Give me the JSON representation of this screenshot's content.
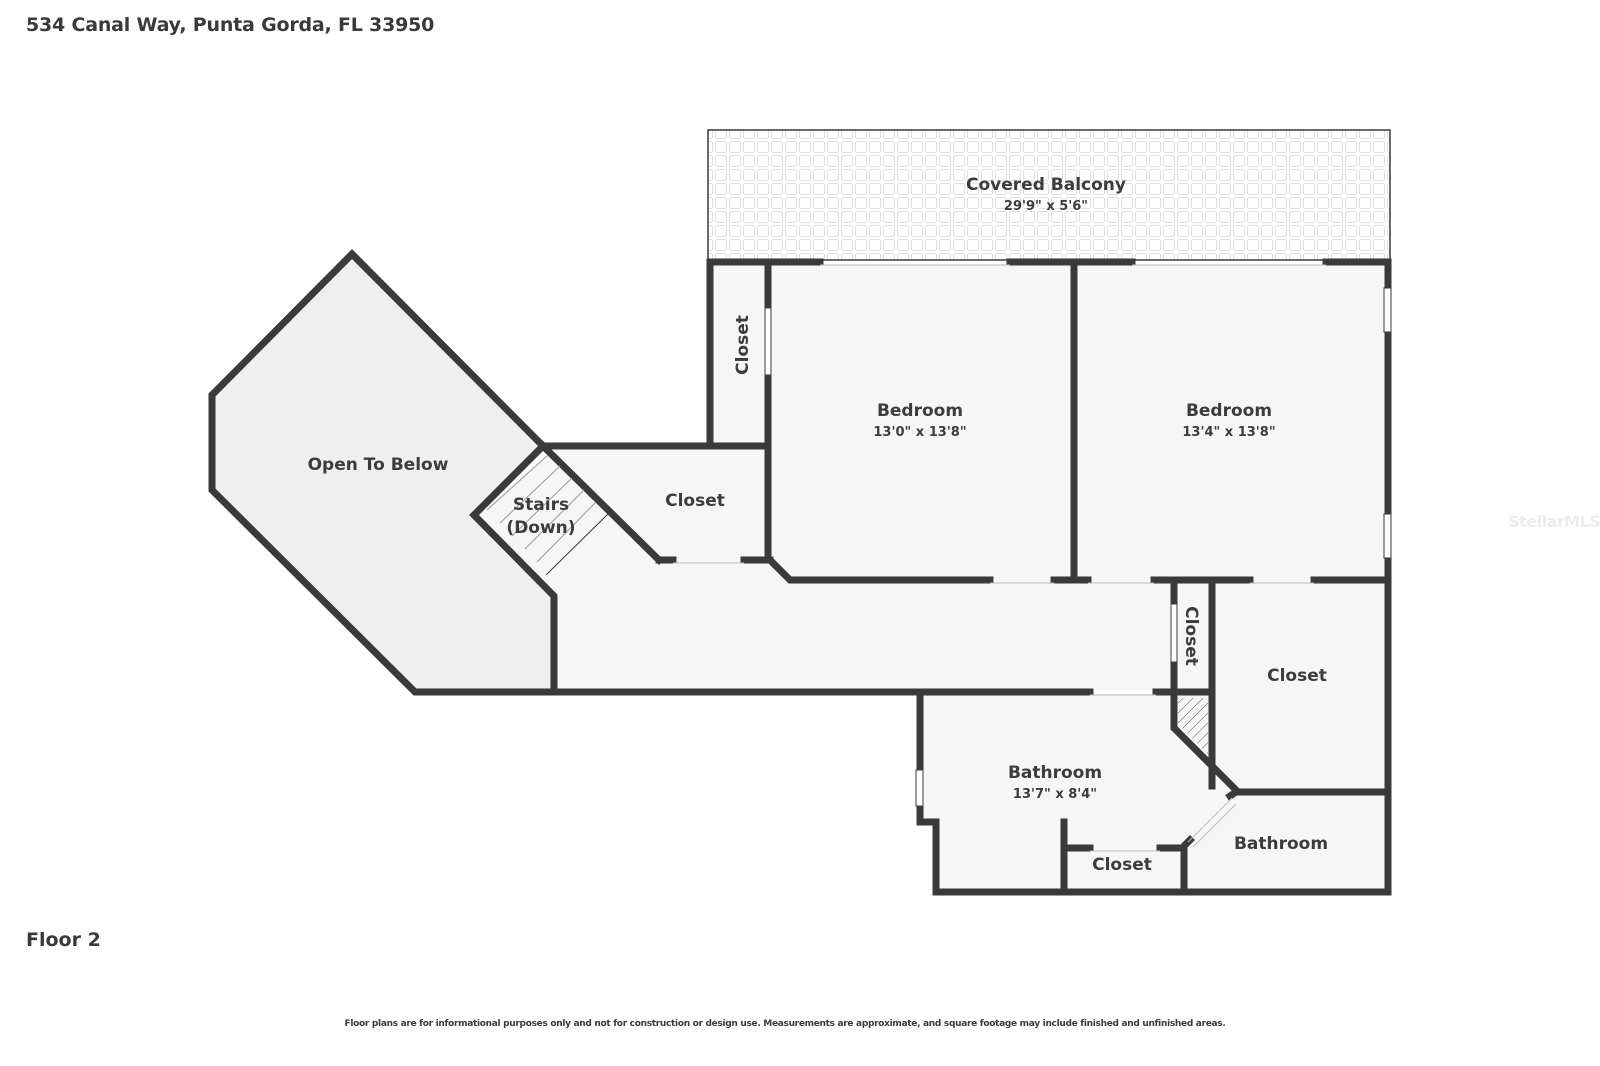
{
  "header": {
    "address": "534 Canal Way, Punta Gorda, FL 33950"
  },
  "floor": {
    "label": "Floor 2"
  },
  "footer": {
    "disclaimer": "Floor plans are for informational purposes only and not for construction or design use. Measurements are approximate, and square footage may include finished and unfinished areas."
  },
  "watermark": "StellarMLS",
  "colors": {
    "wall": "#3a3a3a",
    "room_fill": "#f6f6f6",
    "open_fill": "#efefef",
    "balcony_tile": "#e2e2e2",
    "background": "#ffffff"
  },
  "rooms": {
    "balcony": {
      "name": "Covered Balcony",
      "dims": "29'9\" x 5'6\""
    },
    "bedroom1": {
      "name": "Bedroom",
      "dims": "13'0\" x 13'8\""
    },
    "bedroom2": {
      "name": "Bedroom",
      "dims": "13'4\" x 13'8\""
    },
    "closet_left_vertical": {
      "name": "Closet"
    },
    "open_to_below": {
      "name": "Open To Below"
    },
    "stairs": {
      "line1": "Stairs",
      "line2": "(Down)"
    },
    "closet_center": {
      "name": "Closet"
    },
    "closet_small_vertical": {
      "name": "Closet"
    },
    "closet_right": {
      "name": "Closet"
    },
    "bathroom_main": {
      "name": "Bathroom",
      "dims": "13'7\" x 8'4\""
    },
    "closet_bath": {
      "name": "Closet"
    },
    "bathroom_small": {
      "name": "Bathroom"
    }
  }
}
